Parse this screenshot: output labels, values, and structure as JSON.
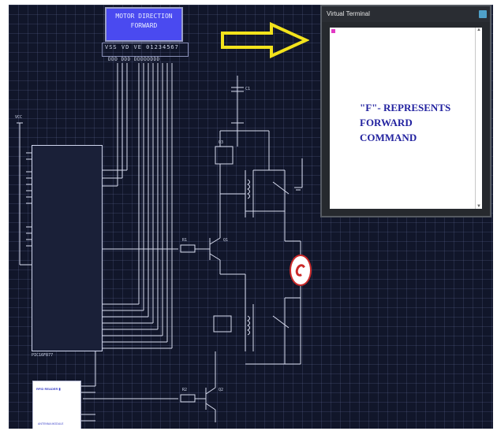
{
  "lcd": {
    "line1": "MOTOR DIRECTION",
    "line2": "FORWARD",
    "base_text": "VSS VD VE 01234567",
    "pin_row": "DDD DDD DDDDDDDD"
  },
  "supply_label": "VCC",
  "components": {
    "mcu_name": "PIC16F877",
    "module_title": "RFID READER ▮",
    "module_footer": "ANTENNA MODULE",
    "res1": "R1",
    "res2": "R2",
    "q1": "Q1",
    "q2": "Q2",
    "q3": "Q3",
    "cap1": "C1"
  },
  "terminal": {
    "title": "Virtual Terminal",
    "up_glyph": "▲",
    "down_glyph": "▼",
    "message_line1": "\"F\"- REPRESENTS",
    "message_line2": "FORWARD",
    "message_line3": "COMMAND"
  },
  "colors": {
    "canvas_bg": "#11162a",
    "wire": "#d8dcee",
    "lcd_bg": "#4a4af0",
    "arrow_fill": "#f2e21c",
    "terminal_text": "#2323a0",
    "motor_red": "#cc2a2a"
  },
  "icons": {
    "close": "close-icon",
    "arrow": "arrow-right-icon",
    "motor": "motor-icon"
  }
}
